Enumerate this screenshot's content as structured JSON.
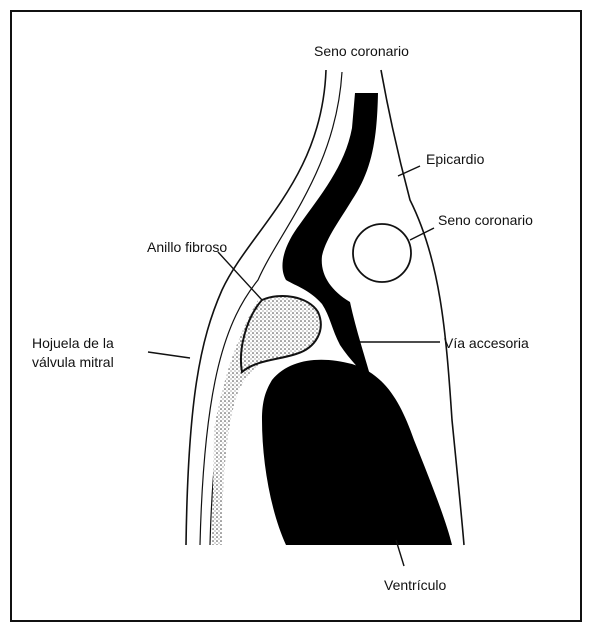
{
  "labels": {
    "seno_coronario_top": "Seno coronario",
    "epicardio": "Epicardio",
    "seno_coronario_right": "Seno coronario",
    "anillo_fibroso": "Anillo fibroso",
    "hojuela_line1": "Hojuela de la",
    "hojuela_line2": "válvula mitral",
    "via_accesoria": "Vía accesoria",
    "ventriculo": "Ventrículo"
  }
}
